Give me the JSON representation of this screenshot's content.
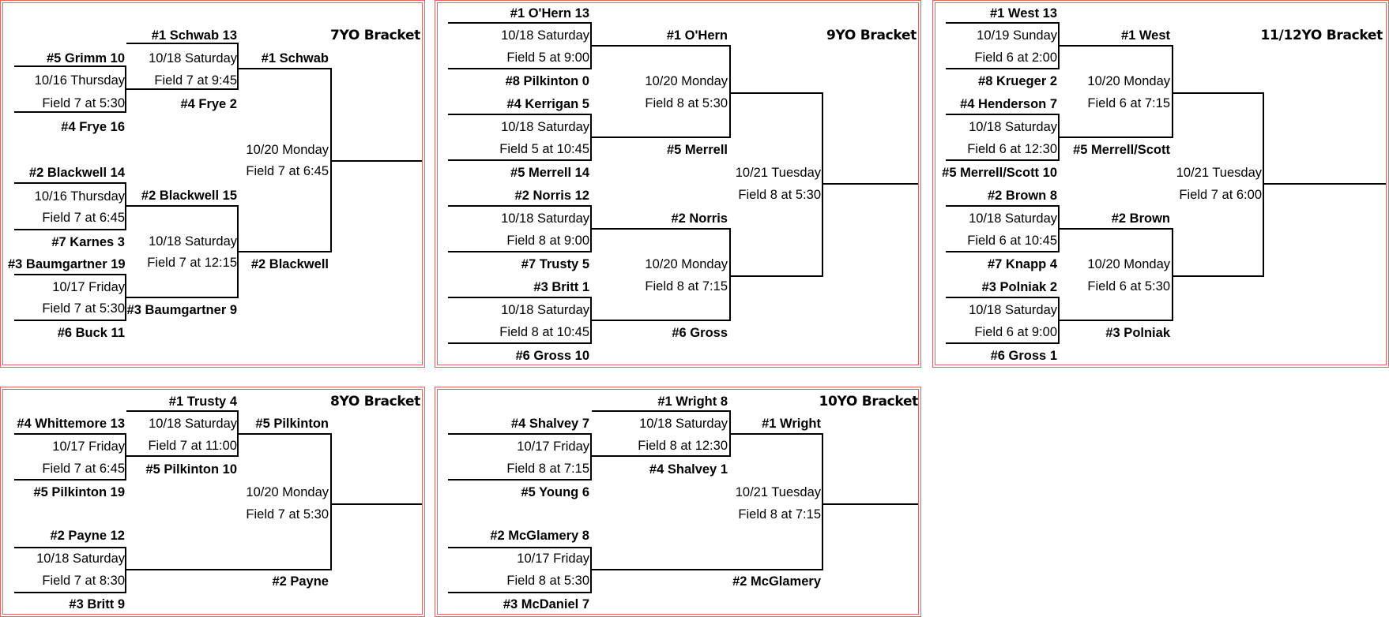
{
  "brackets": {
    "b7": {
      "title": "7YO Bracket",
      "r1_top_seed": "#1 Schwab 13",
      "r1_top_date": "10/18 Saturday",
      "r1_top_field": "Field 7 at 9:45",
      "r1_top_opp": "#4 Frye 2",
      "q1_team_a": "#5 Grimm 10",
      "q1_date": "10/16 Thursday",
      "q1_field": "Field 7 at 5:30",
      "q1_team_b": "#4 Frye 16",
      "q2_team_a": "#2 Blackwell 14",
      "q2_date": "10/16 Thursday",
      "q2_field": "Field 7 at 6:45",
      "q2_team_b": "#7 Karnes 3",
      "q3_team_a": "#3 Baumgartner 19",
      "q3_date": "10/17 Friday",
      "q3_field": "Field 7 at 5:30",
      "q3_team_b": "#6 Buck 11",
      "s2_team_a": "#2 Blackwell 15",
      "s2_date": "10/18 Saturday",
      "s2_field": "Field 7 at 12:15",
      "s2_team_b": "#3 Baumgartner 9",
      "f_team_a": "#1 Schwab",
      "f_date": "10/20 Monday",
      "f_field": "Field 7 at 6:45",
      "f_team_b": "#2 Blackwell"
    },
    "b9": {
      "title": "9YO Bracket",
      "m1_a": "#1 O'Hern 13",
      "m1_date": "10/18 Saturday",
      "m1_field": "Field 5 at 9:00",
      "m1_b": "#8 Pilkinton 0",
      "m2_a": "#4 Kerrigan 5",
      "m2_date": "10/18 Saturday",
      "m2_field": "Field 5 at 10:45",
      "m2_b": "#5 Merrell 14",
      "m3_a": "#2 Norris 12",
      "m3_date": "10/18 Saturday",
      "m3_field": "Field 8 at 9:00",
      "m3_b": "#7 Trusty 5",
      "m4_a": "#3 Britt 1",
      "m4_date": "10/18 Saturday",
      "m4_field": "Field 8 at 10:45",
      "m4_b": "#6 Gross 10",
      "s1_a": "#1 O'Hern",
      "s1_date": "10/20 Monday",
      "s1_field": "Field 8 at 5:30",
      "s1_b": "#5 Merrell",
      "s2_a": "#2 Norris",
      "s2_date": "10/20 Monday",
      "s2_field": "Field 8 at 7:15",
      "s2_b": "#6 Gross",
      "f_date": "10/21 Tuesday",
      "f_field": "Field 8 at 5:30"
    },
    "b11": {
      "title": "11/12YO Bracket",
      "m1_a": "#1 West 13",
      "m1_date": "10/19 Sunday",
      "m1_field": "Field 6 at 2:00",
      "m1_b": "#8 Krueger 2",
      "m2_a": "#4 Henderson 7",
      "m2_date": "10/18 Saturday",
      "m2_field": "Field 6 at 12:30",
      "m2_b": "#5 Merrell/Scott 10",
      "m3_a": "#2 Brown 8",
      "m3_date": "10/18 Saturday",
      "m3_field": "Field 6 at 10:45",
      "m3_b": "#7 Knapp 4",
      "m4_a": "#3 Polniak 2",
      "m4_date": "10/18 Saturday",
      "m4_field": "Field 6 at 9:00",
      "m4_b": "#6 Gross 1",
      "s1_a": "#1 West",
      "s1_date": "10/20 Monday",
      "s1_field": "Field 6 at 7:15",
      "s1_b": "#5 Merrell/Scott",
      "s2_a": "#2 Brown",
      "s2_date": "10/20 Monday",
      "s2_field": "Field 6 at 5:30",
      "s2_b": "#3 Polniak",
      "f_date": "10/21 Tuesday",
      "f_field": "Field 7 at 6:00"
    },
    "b8": {
      "title": "8YO Bracket",
      "r1_top_seed": "#1 Trusty 4",
      "r1_top_date": "10/18 Saturday",
      "r1_top_field": "Field 7 at 11:00",
      "r1_top_opp": "#5 Pilkinton 10",
      "q1_team_a": "#4 Whittemore 13",
      "q1_date": "10/17 Friday",
      "q1_field": "Field 7 at 6:45",
      "q1_team_b": "#5 Pilkinton 19",
      "q2_team_a": "#2 Payne 12",
      "q2_date": "10/18 Saturday",
      "q2_field": "Field 7 at 8:30",
      "q2_team_b": "#3 Britt 9",
      "f_team_a": "#5 Pilkinton",
      "f_date": "10/20 Monday",
      "f_field": "Field 7 at 5:30",
      "f_team_b": "#2 Payne"
    },
    "b10": {
      "title": "10YO Bracket",
      "r1_top_seed": "#1 Wright 8",
      "r1_top_date": "10/18 Saturday",
      "r1_top_field": "Field 8 at 12:30",
      "r1_top_opp": "#4 Shalvey 1",
      "q1_team_a": "#4 Shalvey 7",
      "q1_date": "10/17 Friday",
      "q1_field": "Field 8 at 7:15",
      "q1_team_b": "#5 Young 6",
      "q2_team_a": "#2 McGlamery 8",
      "q2_date": "10/17 Friday",
      "q2_field": "Field 8 at 5:30",
      "q2_team_b": "#3 McDaniel 7",
      "f_team_a": "#1 Wright",
      "f_date": "10/21 Tuesday",
      "f_field": "Field 8 at 7:15",
      "f_team_b": "#2 McGlamery"
    }
  }
}
